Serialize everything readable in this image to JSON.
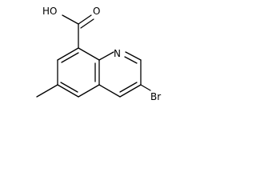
{
  "molecule": {
    "labels": {
      "carboxyl_oh": "HO",
      "carbonyl_o": "O",
      "ring_nitrogen": "N",
      "bromine": "Br"
    }
  },
  "colors": {
    "bond": "#000000",
    "text": "#000000",
    "background": "#ffffff"
  }
}
